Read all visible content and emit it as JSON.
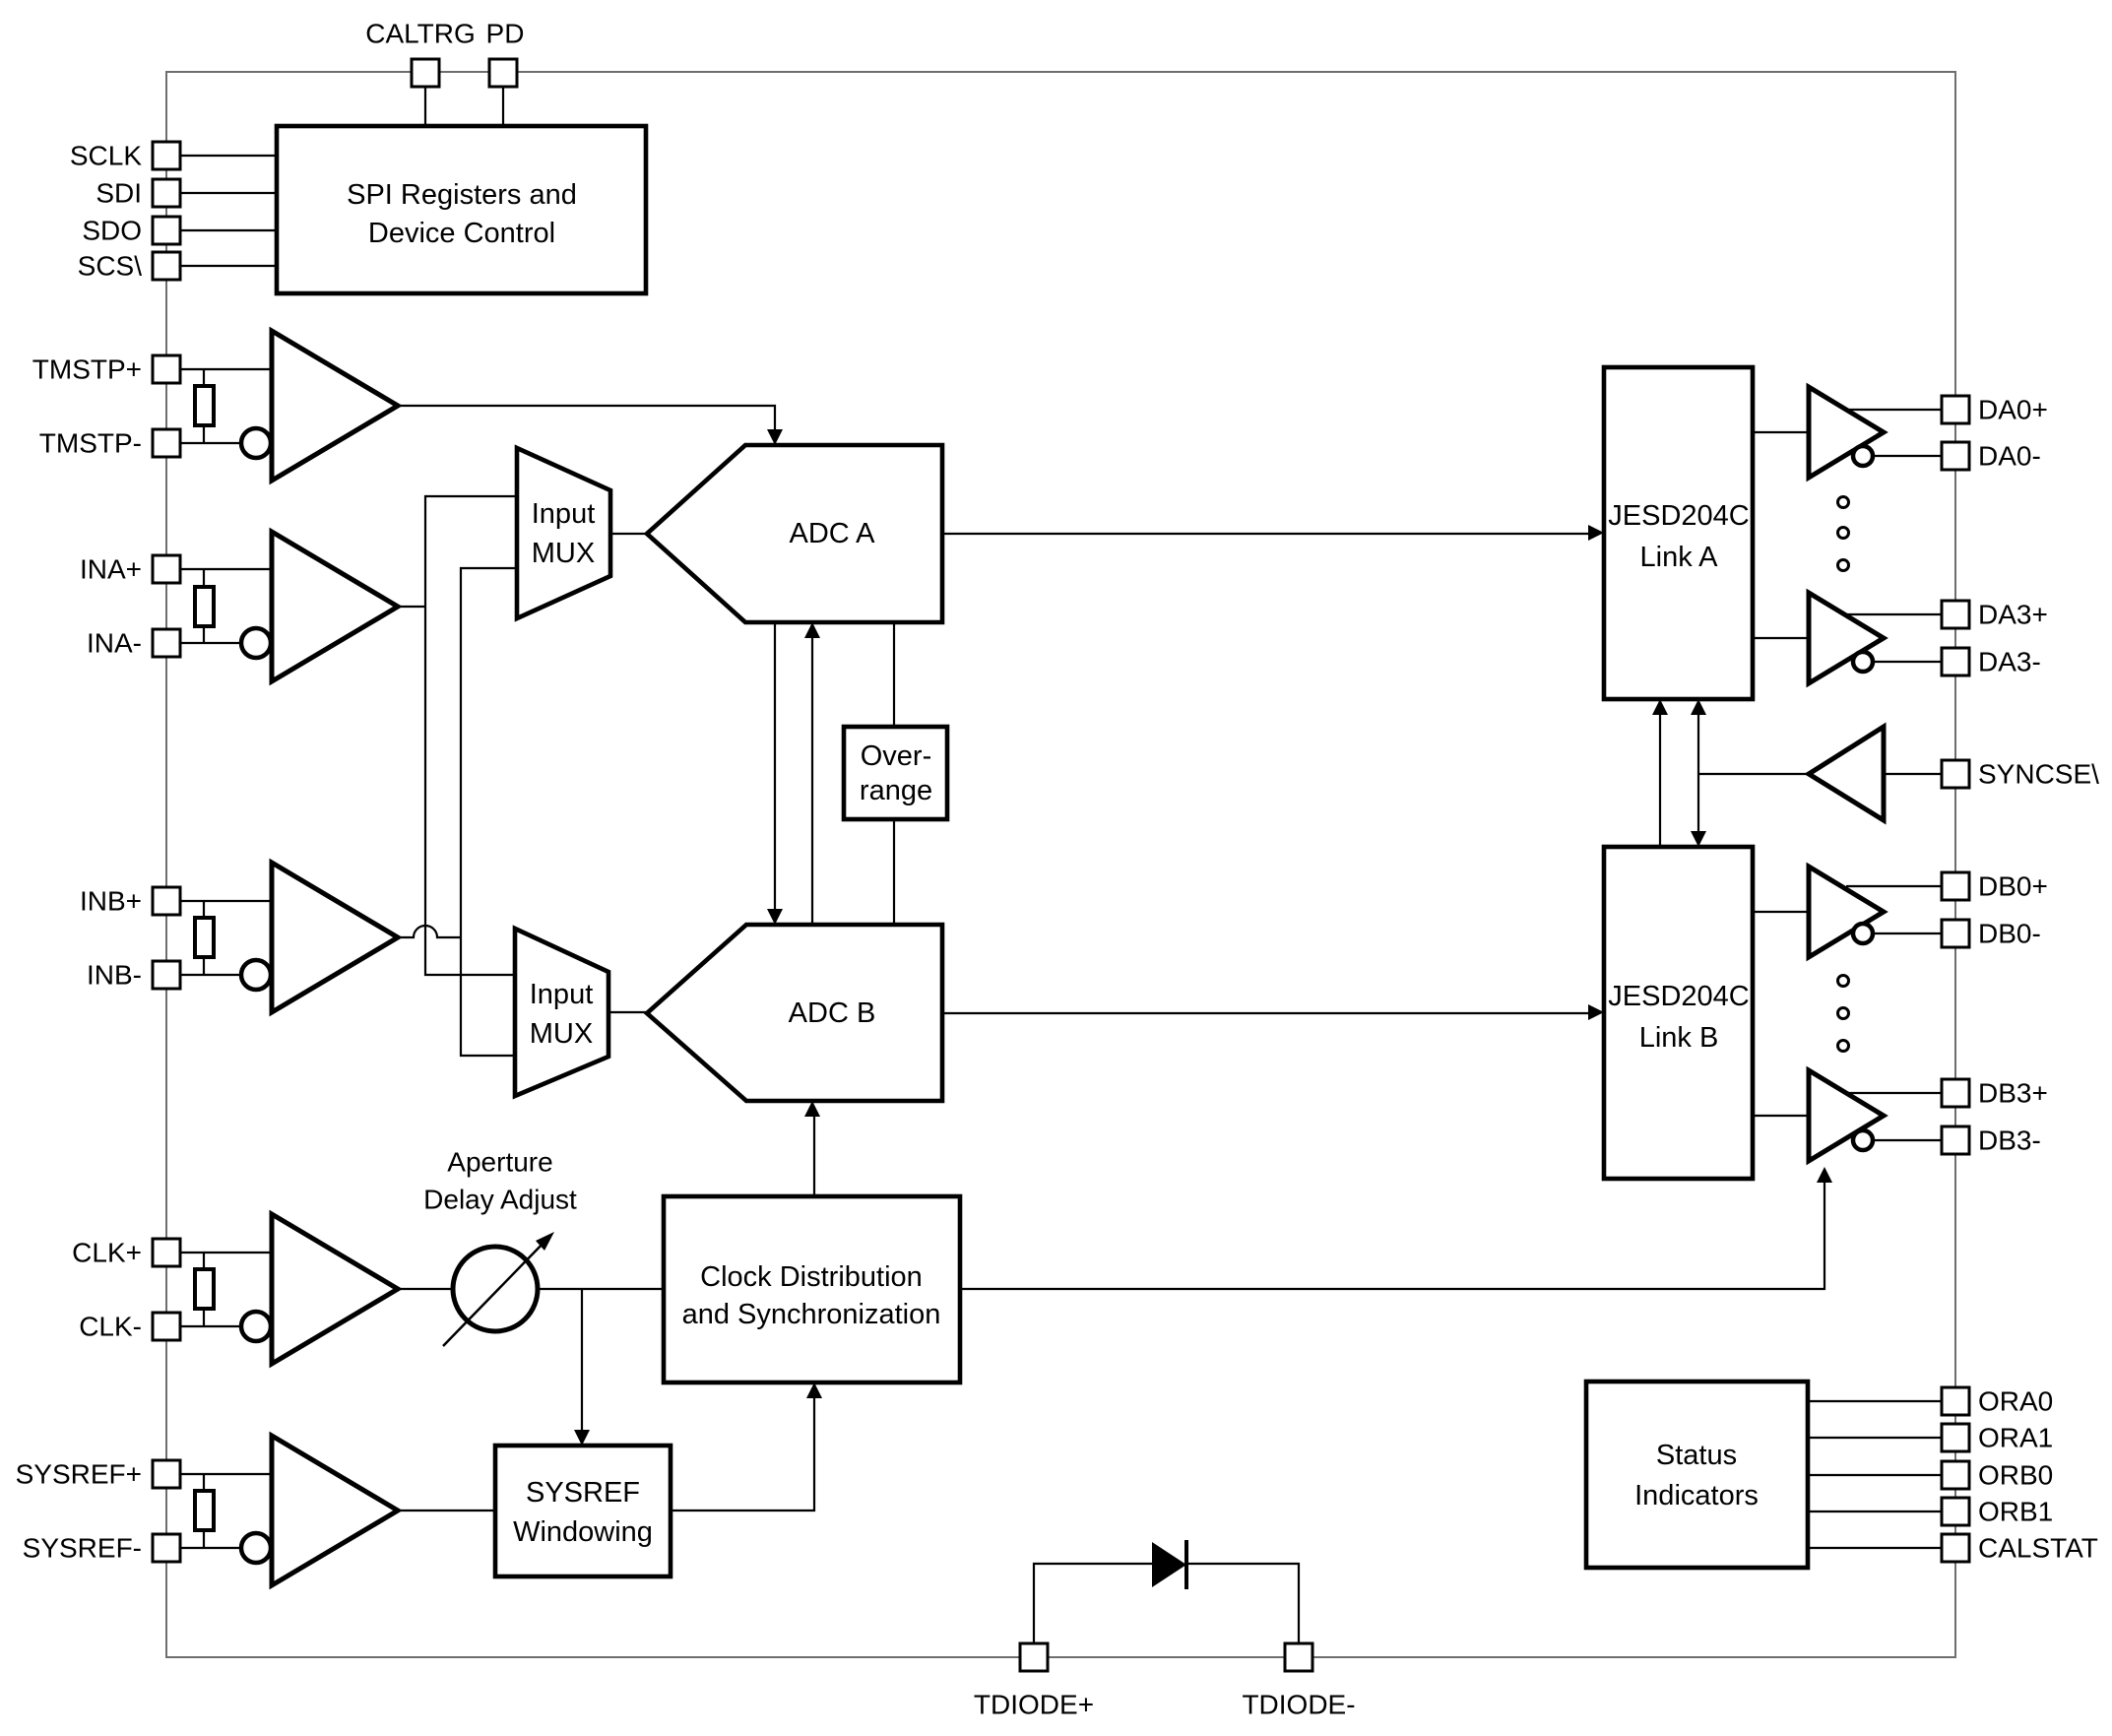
{
  "pins": {
    "top": [
      "CALTRG",
      "PD"
    ],
    "left": [
      "SCLK",
      "SDI",
      "SDO",
      "SCS\\",
      "TMSTP+",
      "TMSTP-",
      "INA+",
      "INA-",
      "INB+",
      "INB-",
      "CLK+",
      "CLK-",
      "SYSREF+",
      "SYSREF-"
    ],
    "right": [
      "DA0+",
      "DA0-",
      "DA3+",
      "DA3-",
      "SYNCSE\\",
      "DB0+",
      "DB0-",
      "DB3+",
      "DB3-",
      "ORA0",
      "ORA1",
      "ORB0",
      "ORB1",
      "CALSTAT"
    ],
    "bottom": [
      "TDIODE+",
      "TDIODE-"
    ]
  },
  "blocks": {
    "spi": {
      "line1": "SPI Registers and",
      "line2": "Device Control"
    },
    "mux_a": {
      "line1": "Input",
      "line2": "MUX"
    },
    "mux_b": {
      "line1": "Input",
      "line2": "MUX"
    },
    "adc_a": {
      "label": "ADC A"
    },
    "adc_b": {
      "label": "ADC B"
    },
    "overrange": {
      "line1": "Over-",
      "line2": "range"
    },
    "jesd_a": {
      "line1": "JESD204C",
      "line2": "Link A"
    },
    "jesd_b": {
      "line1": "JESD204C",
      "line2": "Link B"
    },
    "clock": {
      "line1": "Clock Distribution",
      "line2": "and Synchronization"
    },
    "sysref_win": {
      "line1": "SYSREF",
      "line2": "Windowing"
    },
    "status": {
      "line1": "Status",
      "line2": "Indicators"
    },
    "aperture": {
      "line1": "Aperture",
      "line2": "Delay Adjust"
    }
  },
  "colors": {
    "line": "#000000",
    "border": "#6e6e6e",
    "background": "#ffffff"
  }
}
